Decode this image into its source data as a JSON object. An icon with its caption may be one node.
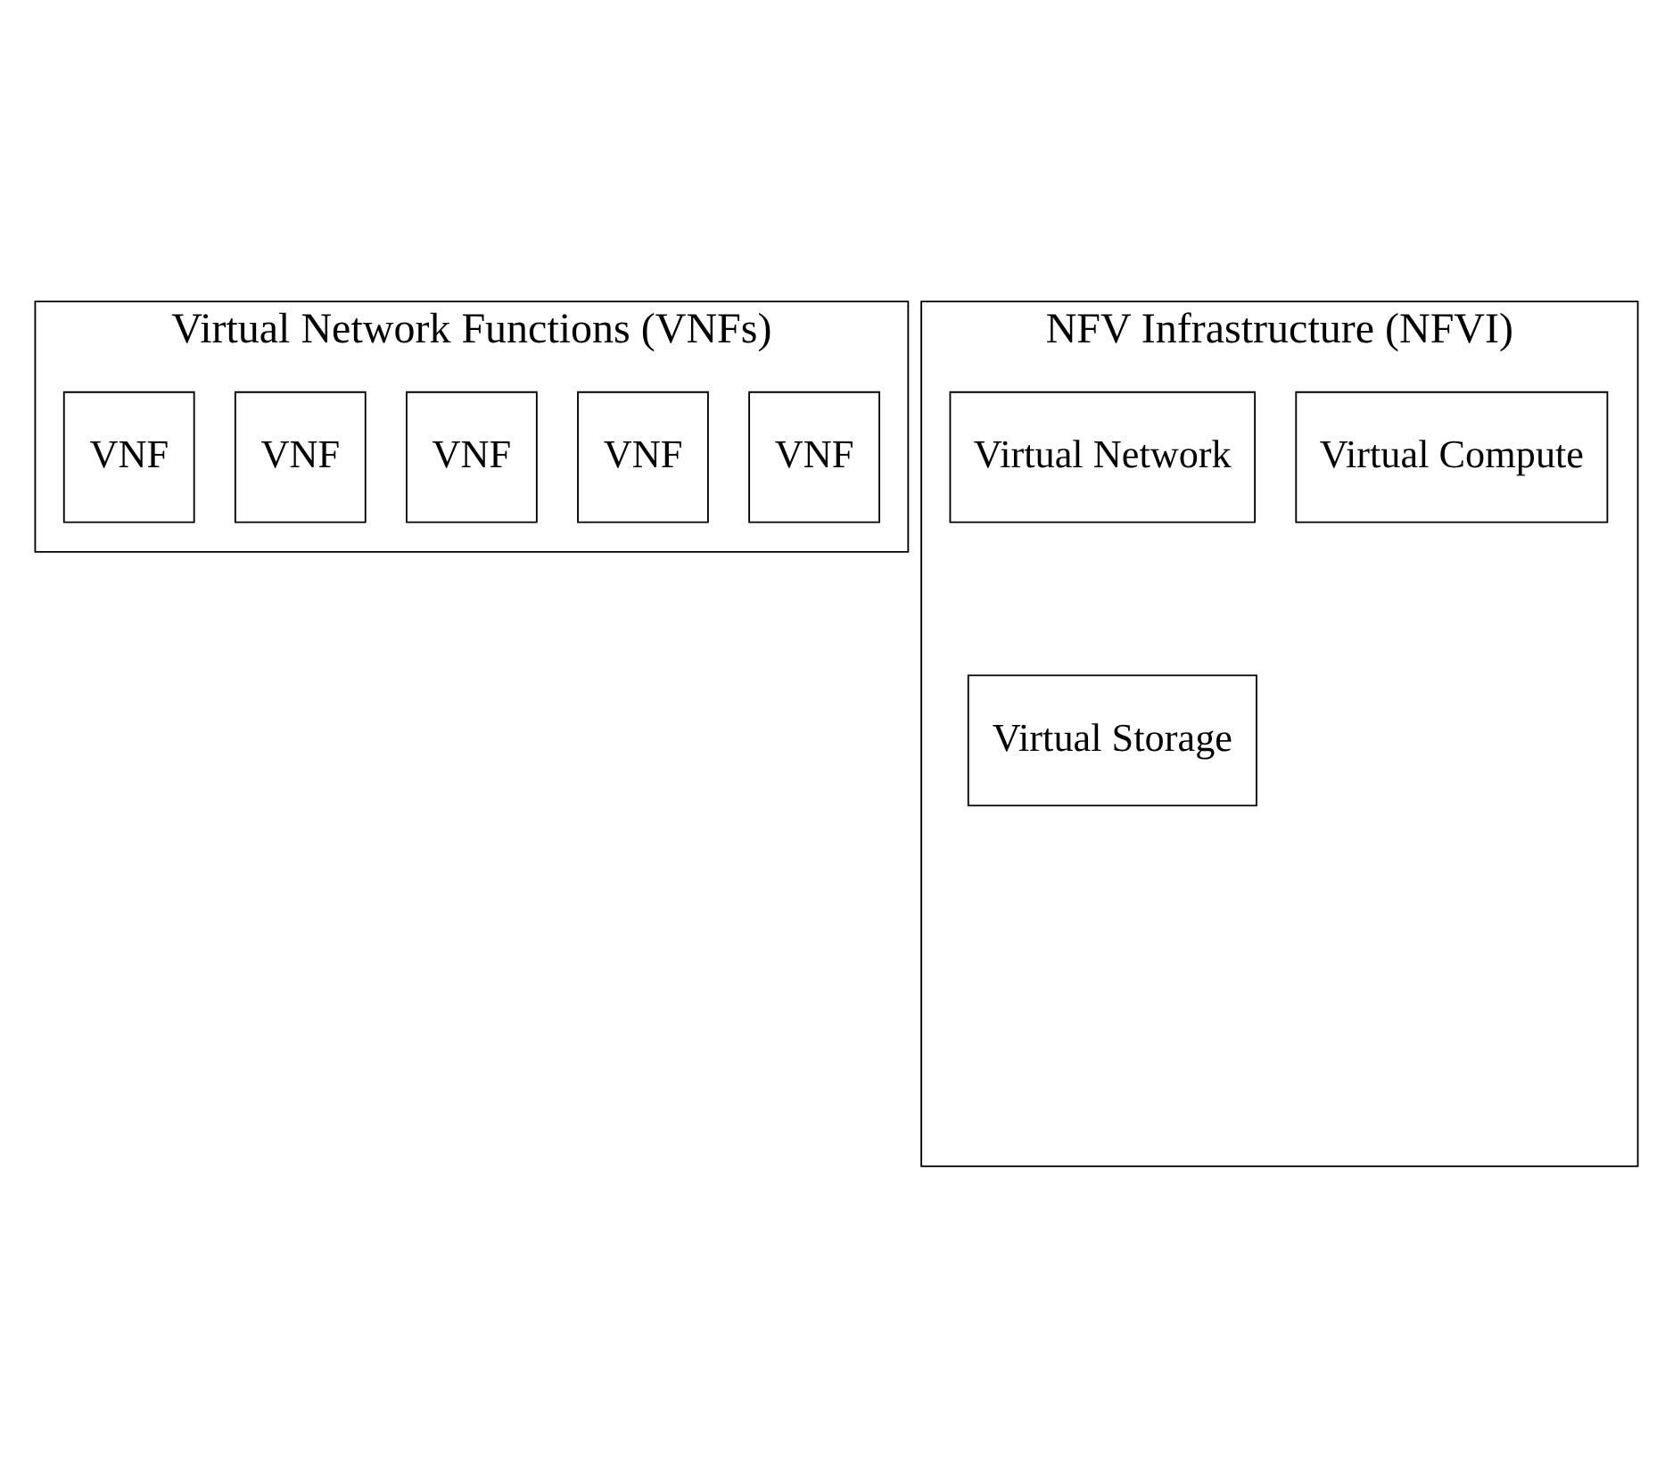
{
  "diagram": {
    "nodes": [
      {
        "text": [
          "Virtual Network Functions (VNFs)"
        ]
      },
      {
        "text": [
          "VNF"
        ],
        "in": 0
      },
      {
        "text": [
          "VNF"
        ],
        "in": 0
      },
      {
        "text": [
          "VNF"
        ],
        "in": 0
      },
      {
        "text": [
          "VNF"
        ],
        "in": 0
      },
      {
        "text": [
          "VNF"
        ],
        "in": 0
      },
      {
        "text": [
          "NFV Infrastructure (NFVI)"
        ]
      },
      {
        "text": [
          "Virtual Compute"
        ],
        "in": 6
      },
      {
        "text": [
          "Virtual Storage"
        ],
        "in": 6
      },
      {
        "text": [
          "Virtual Network"
        ],
        "in": 6
      }
    ],
    "edges": []
  }
}
